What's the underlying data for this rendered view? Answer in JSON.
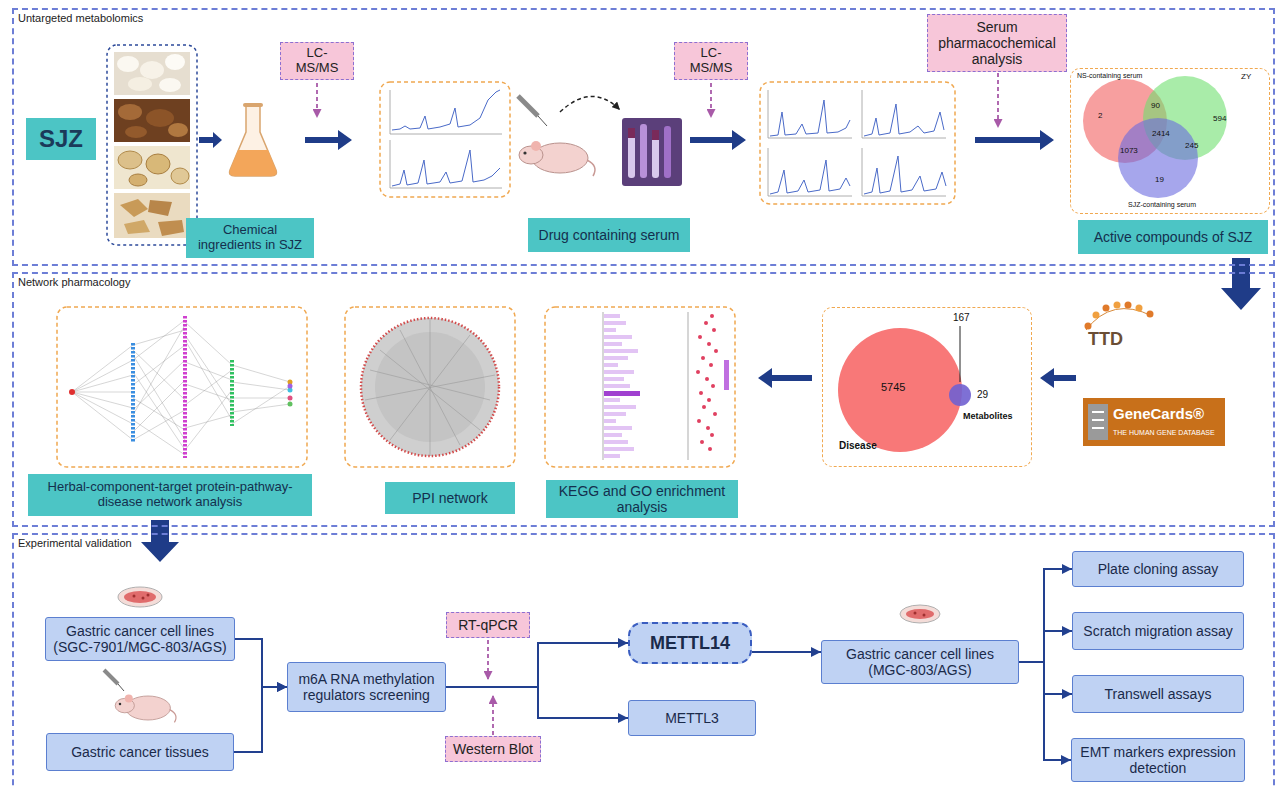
{
  "diagram": {
    "nodes": [
      {
        "text": [
          "Untargeted metabolomics"
        ]
      },
      {
        "text": [
          "SJZ"
        ],
        "in": 0
      },
      {
        "text": [
          "LC-MS/MS"
        ],
        "in": 0
      },
      {
        "text": [
          "Chemical ingredients in SJZ"
        ],
        "in": 0
      },
      {
        "text": [
          "LC-MS/MS"
        ],
        "in": 0
      },
      {
        "text": [
          "Drug containing serum"
        ],
        "in": 0
      },
      {
        "text": [
          "Serum pharmacochemical analysis"
        ],
        "in": 0
      },
      {
        "text": [
          "NS-containing serum",
          "ZY",
          "2",
          "90",
          "594",
          "2414",
          "1073",
          "245",
          "19",
          "SJZ-containing serum"
        ],
        "in": 0
      },
      {
        "text": [
          "Active compounds of SJZ"
        ],
        "in": 0
      },
      {
        "text": [
          "Network pharmacology"
        ]
      },
      {
        "text": [
          "Herbal-component-target protein-pathway-disease network analysis"
        ],
        "in": 9
      },
      {
        "text": [
          "PPI network"
        ],
        "in": 9
      },
      {
        "text": [
          "KEGG and GO enrichment analysis"
        ],
        "in": 9
      },
      {
        "text": [
          "167",
          "5745",
          "29",
          "Metabolites",
          "Disease"
        ],
        "in": 9
      },
      {
        "text": [
          "GeneCards®",
          "THE HUMAN GENE DATABASE"
        ],
        "in": 9
      },
      {
        "text": [
          "Experimental validation"
        ]
      },
      {
        "text": [
          "Gastric cancer cell lines (SGC-7901/MGC-803/AGS)"
        ],
        "in": 15
      },
      {
        "text": [
          "Gastric cancer tissues"
        ],
        "in": 15
      },
      {
        "text": [
          "m6A RNA methylation regulators screening"
        ],
        "in": 15
      },
      {
        "text": [
          "RT-qPCR"
        ],
        "in": 15
      },
      {
        "text": [
          "Western Blot"
        ],
        "in": 15
      },
      {
        "text": [
          "METTL14"
        ],
        "in": 15
      },
      {
        "text": [
          "METTL3"
        ],
        "in": 15
      },
      {
        "text": [
          "Gastric cancer cell lines (MGC-803/AGS)"
        ],
        "in": 15
      },
      {
        "text": [
          "Plate cloning assay"
        ],
        "in": 15
      },
      {
        "text": [
          "Scratch migration assay"
        ],
        "in": 15
      },
      {
        "text": [
          "Transwell assays"
        ],
        "in": 15
      },
      {
        "text": [
          "EMT markers expression detection"
        ],
        "in": 15
      }
    ],
    "edges": [
      {
        "from": 16,
        "to": 18,
        "arrow": "to"
      },
      {
        "from": 17,
        "to": 18,
        "arrow": "to"
      },
      {
        "from": 18,
        "to": 21,
        "arrow": "to"
      },
      {
        "from": 18,
        "to": 22,
        "arrow": "to"
      },
      {
        "from": 21,
        "to": 23,
        "arrow": "to"
      },
      {
        "from": 23,
        "to": 24,
        "arrow": "to"
      },
      {
        "from": 23,
        "to": 25,
        "arrow": "to"
      },
      {
        "from": 23,
        "to": 26,
        "arrow": "to"
      },
      {
        "from": 23,
        "to": 27,
        "arrow": "to"
      }
    ],
    "labels": [
      "TTD"
    ]
  }
}
